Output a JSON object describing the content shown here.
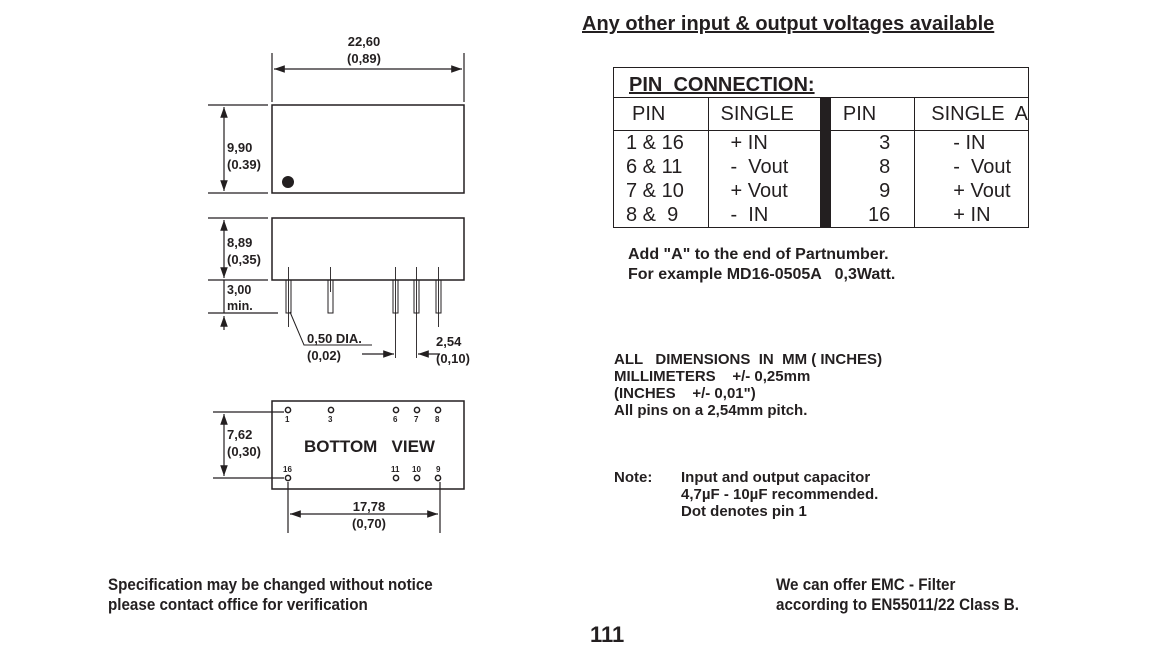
{
  "headline": "Any other input & output voltages available",
  "drawing": {
    "top_view": {
      "width_mm": "22,60",
      "width_in": "(0,89)",
      "height_mm": "9,90",
      "height_in": "(0.39)",
      "pin1_marker": "dot"
    },
    "side_view": {
      "height_mm": "8,89",
      "height_in": "(0,35)",
      "pin_len_mm": "3,00",
      "pin_len_note": "min.",
      "pin_dia_mm": "0,50 DIA.",
      "pin_dia_in": "(0,02)",
      "pitch_mm": "2,54",
      "pitch_in": "(0,10)"
    },
    "bottom_view": {
      "label": "BOTTOM   VIEW",
      "row_spacing_mm": "7,62",
      "row_spacing_in": "(0,30)",
      "span_mm": "17,78",
      "span_in": "(0,70)",
      "top_pins": [
        "1",
        "3",
        "6",
        "7",
        "8"
      ],
      "bottom_pins": [
        "16",
        "11",
        "10",
        "9"
      ]
    }
  },
  "pin_table": {
    "title": "PIN  CONNECTION:",
    "headers": [
      "PIN",
      "SINGLE",
      "PIN",
      "SINGLE  A"
    ],
    "single": {
      "pins": [
        "1 & 16",
        "6 & 11",
        "7 & 10",
        "8 &  9"
      ],
      "functions": [
        "+ IN",
        "-  Vout",
        "+ Vout",
        "-  IN"
      ]
    },
    "single_a": {
      "pins": [
        "3",
        "8",
        "9",
        "16"
      ],
      "functions": [
        "- IN",
        "-  Vout",
        "+ Vout",
        "+ IN"
      ]
    }
  },
  "part_note": {
    "line1": "Add \"A\" to the end of Partnumber.",
    "line2": "For example MD16-0505A   0,3Watt."
  },
  "dimensions_note": {
    "line1": "ALL   DIMENSIONS  IN  MM ( INCHES)",
    "line2": "MILLIMETERS    +/- 0,25mm",
    "line3": "(INCHES    +/- 0,01\")",
    "line4": "All pins on a 2,54mm pitch."
  },
  "note": {
    "label": "Note:",
    "line1": "Input and output capacitor",
    "line2": "4,7µF - 10µF recommended.",
    "line3": "Dot denotes pin 1"
  },
  "footer": {
    "left_line1": "Specification may be changed without notice",
    "left_line2": "please contact office for verification",
    "right_line1": "We can offer EMC - Filter",
    "right_line2": "according to EN55011/22 Class B.",
    "page_number": "111"
  }
}
